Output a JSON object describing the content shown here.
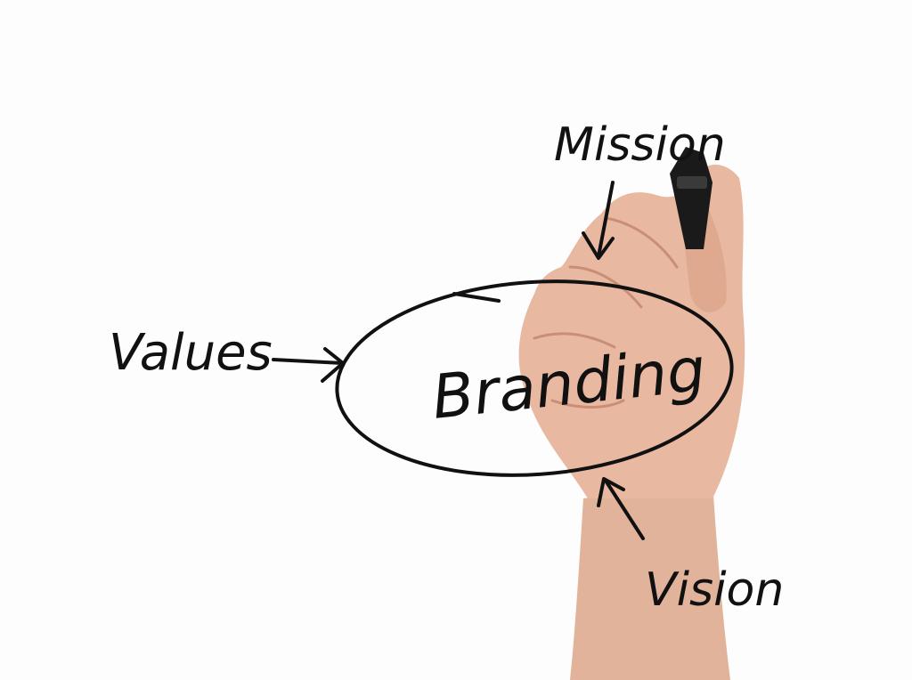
{
  "labels": {
    "mission": "Mission",
    "values": "Values",
    "branding": "Branding",
    "vision": "Vision"
  },
  "colors": {
    "ink": "#111111",
    "skin": "#e8b9a0",
    "skin_shadow": "#d59d85",
    "marker": "#1a1a1a",
    "background": "#fdfdfd"
  }
}
